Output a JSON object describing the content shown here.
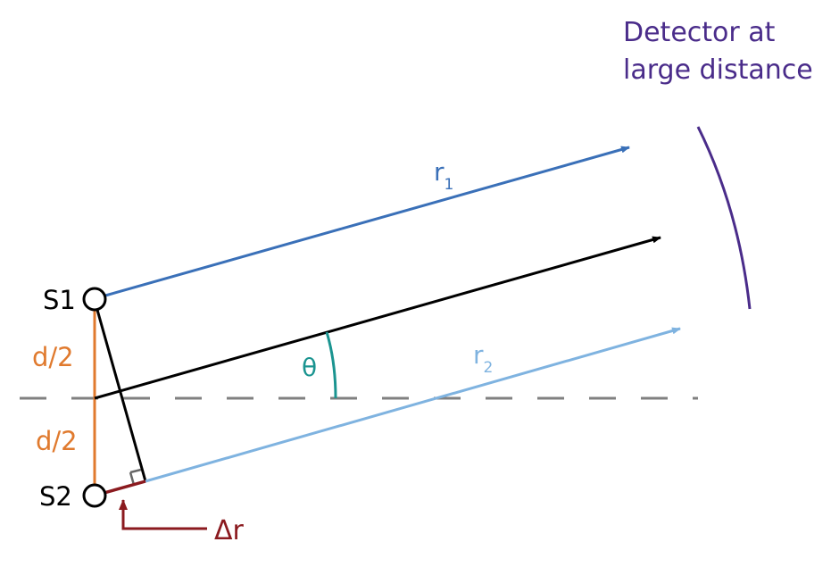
{
  "labels": {
    "detector_line1": "Detector at",
    "detector_line2": "large distance",
    "s1": "S1",
    "s2": "S2",
    "half_d_top": "d/2",
    "half_d_bottom": "d/2",
    "r1": "r",
    "r1_sub": "1",
    "r2": "r",
    "r2_sub": "2",
    "theta": "θ",
    "delta_r": "Δr"
  },
  "colors": {
    "r1": "#3a70b8",
    "r2": "#7fb3e0",
    "center": "#000000",
    "half_d": "#e07a2e",
    "delta_r": "#8b1a1f",
    "theta": "#1a9490",
    "detector": "#4a2c8a",
    "axis": "#808080"
  }
}
